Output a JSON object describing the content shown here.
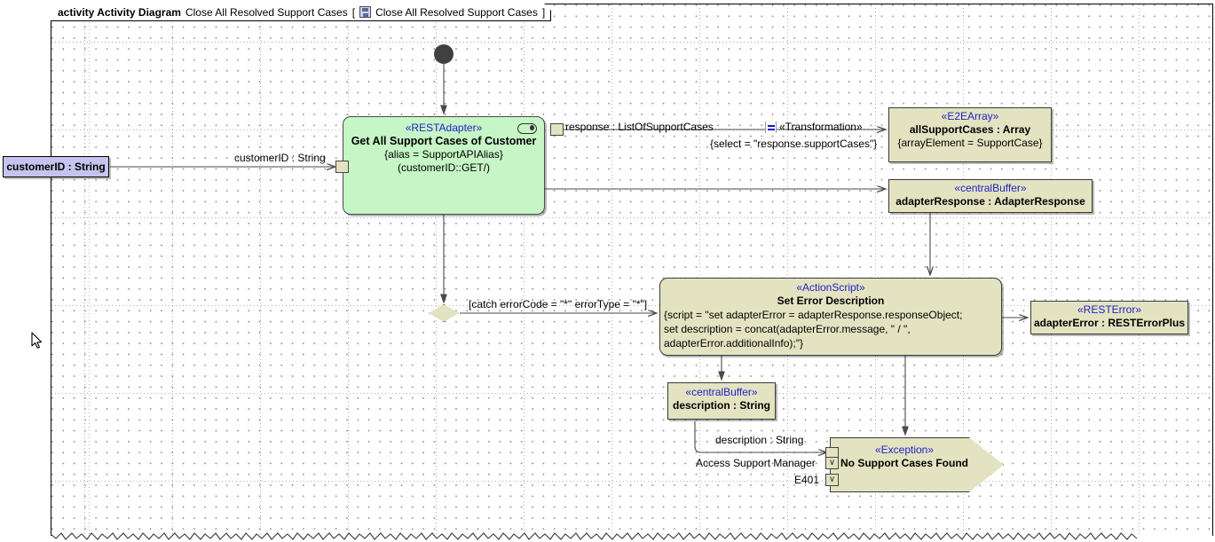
{
  "frame": {
    "keyword": "activity Activity Diagram",
    "name": "Close All Resolved Support Cases",
    "bracket_open": "[",
    "bracket_close": "]",
    "diagram_ref": "Close All Resolved Support Cases",
    "icon": "activity-diagram-icon"
  },
  "nodes": {
    "initial": {
      "name": "initial-node"
    },
    "decision": {
      "name": "decision-node"
    },
    "param_customerid": {
      "label": "customerID : String",
      "fill": "#c4c4ee"
    },
    "rest_adapter": {
      "stereotype": "«RESTAdapter»",
      "name": "Get All Support Cases of Customer",
      "prop1": "{alias = SupportAPIAlias}",
      "prop2": "(customerID::GET/)",
      "fill": "#c6f5c6",
      "icon": "rest-adapter-pill-icon"
    },
    "e2e_array": {
      "stereotype": "«E2EArray»",
      "name": "allSupportCases : Array",
      "prop1": "{arrayElement = SupportCase}",
      "fill": "#e3e3c1"
    },
    "central_buffer_response": {
      "stereotype": "«centralBuffer»",
      "name": "adapterResponse : AdapterResponse",
      "fill": "#e3e3c1"
    },
    "action_script": {
      "stereotype": "«ActionScript»",
      "name": "Set Error Description",
      "script_line1": "{script = \"set adapterError = adapterResponse.responseObject;",
      "script_line2": "set description = concat(adapterError.message, \" / \",",
      "script_line3": "adapterError.additionalInfo);\"}",
      "fill": "#e3e3c1"
    },
    "rest_error": {
      "stereotype": "«RESTError»",
      "name": "adapterError : RESTErrorPlus",
      "fill": "#e3e3c1"
    },
    "central_buffer_description": {
      "stereotype": "«centralBuffer»",
      "name": "description : String",
      "fill": "#e3e3c1"
    },
    "exception": {
      "stereotype": "«Exception»",
      "name": "No Support Cases Found",
      "fill": "#e3e3c1"
    }
  },
  "edges": {
    "customerid_in": "customerID : String",
    "response_out": "response : ListOfSupportCases",
    "transformation_stereotype": "«Transformation»",
    "transformation_select": "{select = \"response.supportCases\"}",
    "catch_guard": "[catch errorCode = \"*\" errorType = \"*\"]",
    "description_in": "description : String",
    "exception_pin_access": "Access Support Manager",
    "exception_pin_code": "E401"
  },
  "colors": {
    "note_fill": "#e3e3c1",
    "action_fill": "#c6f5c6",
    "param_fill": "#c4c4ee",
    "stereotype_text": "#2121c8",
    "line": "#4a4a4a",
    "grid_dot": "#9a9a9a"
  }
}
